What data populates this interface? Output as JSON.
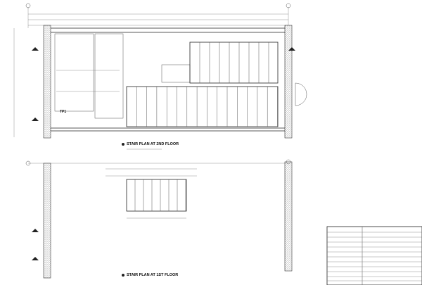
{
  "drawing": {
    "upper_plan": {
      "title": "STAIR PLAN AT 2ND FLOOR",
      "tag": "TP1"
    },
    "lower_plan": {
      "title": "STAIR PLAN AT 1ST FLOOR"
    }
  },
  "colors": {
    "line": "#222222",
    "wall_hatch": "#888888",
    "background": "#ffffff"
  }
}
